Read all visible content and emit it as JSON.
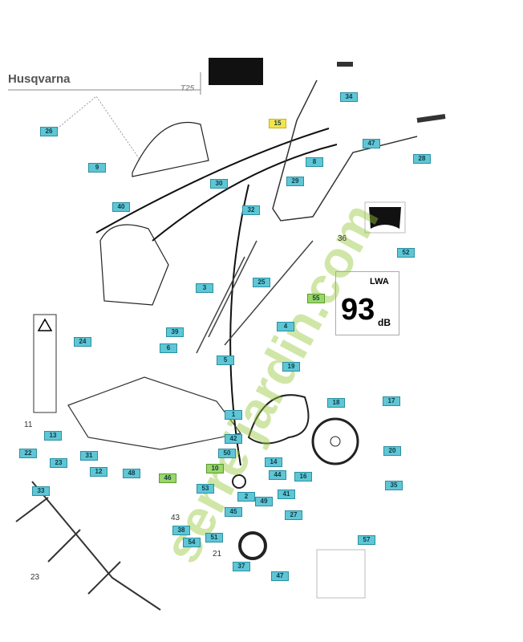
{
  "header": {
    "brand": "Husqvarna",
    "model": "T25"
  },
  "watermark": "serre'jardin.com",
  "noise_label": {
    "level": "93",
    "unit_top": "LWA",
    "unit": "dB"
  },
  "plain_numbers": [
    "36",
    "11",
    "43",
    "21",
    "23"
  ],
  "callouts": [
    "26",
    "9",
    "30",
    "40",
    "15",
    "34",
    "47",
    "8",
    "28",
    "29",
    "32",
    "52",
    "55",
    "3",
    "25",
    "4",
    "24",
    "39",
    "6",
    "5",
    "13",
    "1",
    "42",
    "31",
    "22",
    "23",
    "12",
    "48",
    "46",
    "19",
    "18",
    "17",
    "20",
    "35",
    "16",
    "14",
    "44",
    "41",
    "45",
    "10",
    "53",
    "2",
    "27",
    "49",
    "50",
    "51",
    "54",
    "37",
    "47",
    "57",
    "33",
    "38"
  ],
  "colors": {
    "callout": "#5fc6d6",
    "highlight": "#f5e34a",
    "watermark_green": "#9bd66a",
    "watermark_brown": "#96826a"
  }
}
